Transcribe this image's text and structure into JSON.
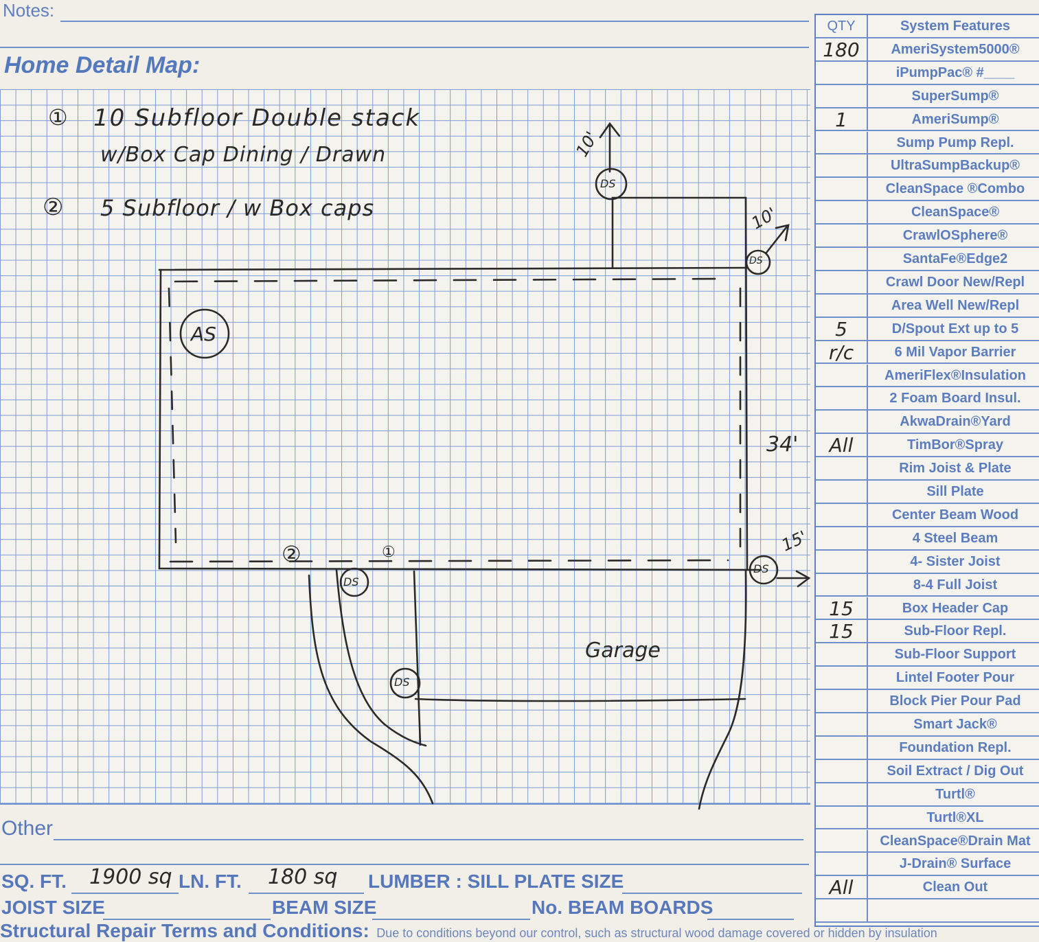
{
  "header": {
    "notes_label": "Notes:",
    "map_title": "Home Detail Map:"
  },
  "map_notes": {
    "line1_num": "①",
    "line1_text": "10 Subfloor Double stack",
    "line1b_text": "w/Box Cap    Dining / Drawn",
    "line2_num": "②",
    "line2_text": "5 Subfloor / w Box caps"
  },
  "map_labels": {
    "as": "AS",
    "ds": "DS",
    "ds_arrow_top": "10'",
    "ds_arrow_right_top": "10'",
    "ds_arrow_right": "15'",
    "side_length": "34'",
    "garage": "Garage",
    "marker_1": "①",
    "marker_2": "②"
  },
  "feature_table": {
    "qty_header": "QTY",
    "feature_header": "System Features",
    "rows": [
      {
        "qty": "180",
        "feature": "AmeriSystem5000®"
      },
      {
        "qty": "",
        "feature": "iPumpPac® #____"
      },
      {
        "qty": "",
        "feature": "SuperSump®"
      },
      {
        "qty": "1",
        "feature": "AmeriSump®"
      },
      {
        "qty": "",
        "feature": "Sump Pump Repl."
      },
      {
        "qty": "",
        "feature": "UltraSumpBackup®"
      },
      {
        "qty": "",
        "feature": "CleanSpace ®Combo"
      },
      {
        "qty": "",
        "feature": "CleanSpace®"
      },
      {
        "qty": "",
        "feature": "CrawlOSphere®"
      },
      {
        "qty": "",
        "feature": "SantaFe®Edge2"
      },
      {
        "qty": "",
        "feature": "Crawl Door New/Repl"
      },
      {
        "qty": "",
        "feature": "Area Well New/Repl"
      },
      {
        "qty": "5",
        "feature": "D/Spout Ext up to 5"
      },
      {
        "qty": "r/c",
        "feature": "6 Mil Vapor Barrier"
      },
      {
        "qty": "",
        "feature": "AmeriFlex®Insulation"
      },
      {
        "qty": "",
        "feature": "2 Foam Board Insul."
      },
      {
        "qty": "",
        "feature": "AkwaDrain®Yard"
      },
      {
        "qty": "All",
        "feature": "TimBor®Spray"
      },
      {
        "qty": "",
        "feature": "Rim Joist & Plate"
      },
      {
        "qty": "",
        "feature": "Sill Plate"
      },
      {
        "qty": "",
        "feature": "Center Beam Wood"
      },
      {
        "qty": "",
        "feature": "4 Steel Beam"
      },
      {
        "qty": "",
        "feature": "4- Sister Joist"
      },
      {
        "qty": "",
        "feature": "8-4 Full Joist"
      },
      {
        "qty": "15",
        "feature": "Box Header Cap"
      },
      {
        "qty": "15",
        "feature": "Sub-Floor Repl."
      },
      {
        "qty": "",
        "feature": "Sub-Floor Support"
      },
      {
        "qty": "",
        "feature": "Lintel Footer Pour"
      },
      {
        "qty": "",
        "feature": "Block Pier Pour Pad"
      },
      {
        "qty": "",
        "feature": "Smart Jack®"
      },
      {
        "qty": "",
        "feature": "Foundation Repl."
      },
      {
        "qty": "",
        "feature": "Soil Extract / Dig Out"
      },
      {
        "qty": "",
        "feature": "Turtl®"
      },
      {
        "qty": "",
        "feature": "Turtl®XL"
      },
      {
        "qty": "",
        "feature": "CleanSpace®Drain Mat"
      },
      {
        "qty": "",
        "feature": "J-Drain® Surface"
      },
      {
        "qty": "All",
        "feature": "Clean Out"
      },
      {
        "qty": "",
        "feature": ""
      }
    ]
  },
  "form": {
    "other_label": "Other",
    "sqft_label": "SQ. FT.",
    "sqft_value": "1900 sq",
    "lnft_label": "LN. FT.",
    "lnft_value": "180 sq",
    "lumber_label": "LUMBER : SILL PLATE SIZE",
    "joist_label": "JOIST SIZE",
    "beam_label": "BEAM SIZE",
    "beam_boards_label": "No. BEAM BOARDS",
    "terms_title": "Structural Repair Terms and Conditions:",
    "terms_text": "Due to conditions beyond our control, such as structural wood damage covered or hidden by insulation"
  }
}
